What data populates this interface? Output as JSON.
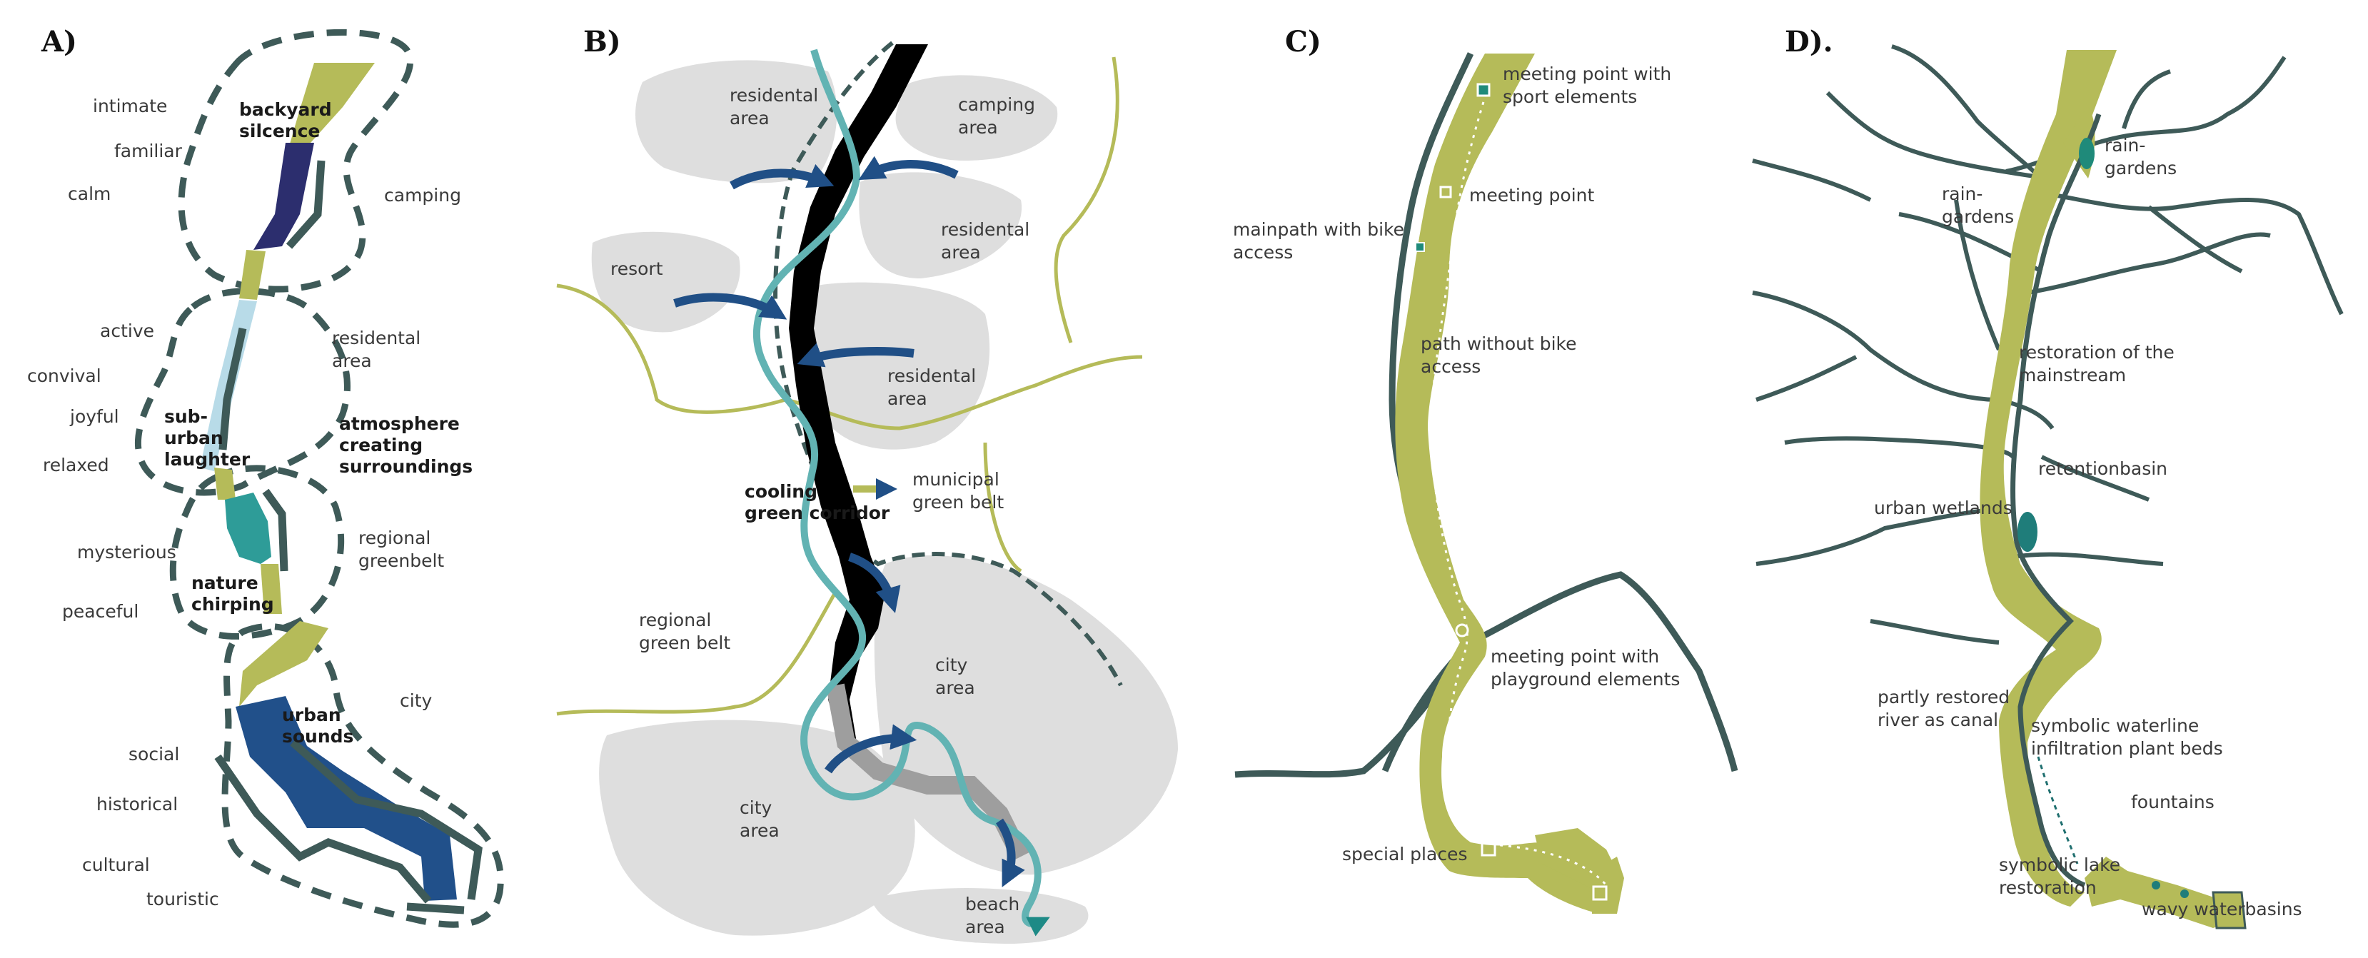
{
  "colors": {
    "olive": "#b5bb59",
    "grey_area": "#dedede",
    "dark_line": "#3e5a58",
    "navy": "#2c2e6e",
    "blue": "#21508a",
    "light_blue": "#b8dbe8",
    "teal": "#2e9c98",
    "teal_river": "#62b3b3",
    "arrow_blue": "#204f86"
  },
  "panels": {
    "a": {
      "letter": "A)",
      "zones": [
        {
          "title": "backyard\nsilcence",
          "adjectives_left": [
            "intimate",
            "familiar",
            "calm"
          ],
          "context_right": "camping"
        },
        {
          "title": "sub-\nurban\nlaughter",
          "adjectives_left": [
            "active",
            "convival",
            "joyful",
            "relaxed"
          ],
          "context_right": "residental\narea",
          "extra": "atmosphere\ncreating\nsurroundings"
        },
        {
          "title": "nature\nchirping",
          "adjectives_left": [
            "mysterious",
            "peaceful"
          ],
          "context_right": "regional\ngreenbelt"
        },
        {
          "title": "urban\nsounds",
          "adjectives_left": [
            "social",
            "historical",
            "cultural",
            "touristic"
          ],
          "context_right": "city"
        }
      ]
    },
    "b": {
      "letter": "B)",
      "areas": [
        "residental\narea",
        "camping\narea",
        "residental\narea",
        "resort",
        "residental\narea",
        "city\narea",
        "city\narea",
        "beach\narea"
      ],
      "greenbelts": [
        "municipal\ngreen belt",
        "regional\ngreen belt"
      ],
      "corridor": "cooling\ngreen corridor"
    },
    "c": {
      "letter": "C)",
      "labels": [
        "meeting point with\nsport elements",
        "meeting point",
        "mainpath with bike\naccess",
        "path without bike\naccess",
        "meeting point with\nplayground elements",
        "special places"
      ]
    },
    "d": {
      "letter": "D).",
      "labels": [
        "rain-\ngardens",
        "rain-\ngardens",
        "restoration of the\nmainstream",
        "retentionbasin",
        "urban wetlands",
        "partly restored\nriver as canal",
        "symbolic waterline\ninfiltration plant beds",
        "fountains",
        "symbolic lake\nrestoration",
        "wavy waterbasins"
      ]
    }
  }
}
